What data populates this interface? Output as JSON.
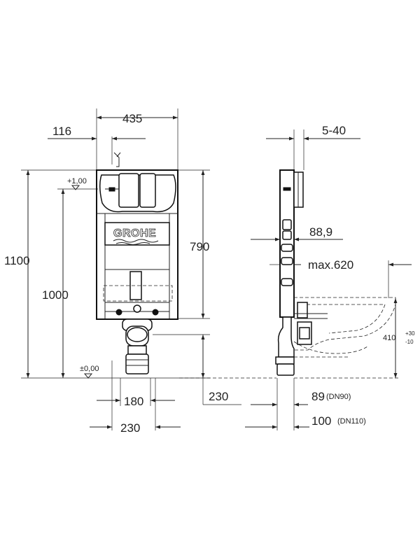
{
  "front_view": {
    "width_label": "435",
    "offset_left_label": "116",
    "height_total_label": "1100",
    "height_1000_label": "1000",
    "height_790_label": "790",
    "level_plus_label": "+1,00",
    "level_zero_label": "±0,00",
    "width_180_label": "180",
    "width_230_bottom_label": "230",
    "height_230_label": "230",
    "brand_logo_text": "GROHE"
  },
  "side_view": {
    "depth_label": "5-40",
    "pipe_label": "88,9",
    "max_label": "max.620",
    "bowl_height_label": "410",
    "bowl_tolerance_plus": "+30",
    "bowl_tolerance_minus": "-10",
    "pipe_89_label": "89",
    "pipe_89_note": "(DN90)",
    "pipe_100_label": "100",
    "pipe_100_note": "(DN110)"
  },
  "colors": {
    "line": "#222222",
    "background": "#ffffff"
  }
}
